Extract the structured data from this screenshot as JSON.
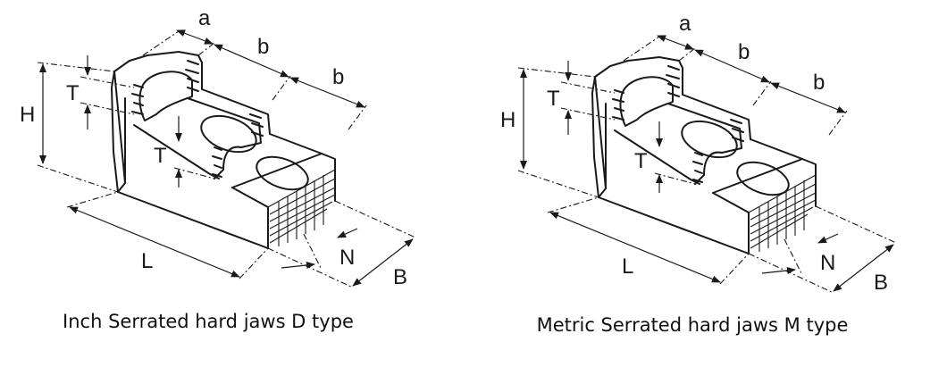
{
  "figures": [
    {
      "caption": "Inch Serrated hard jaws D type",
      "labels": {
        "a": "a",
        "b1": "b",
        "b2": "b",
        "H": "H",
        "T_top": "T",
        "T_mid": "T",
        "L": "L",
        "N": "N",
        "B": "B"
      }
    },
    {
      "caption": "Metric Serrated hard jaws M type",
      "labels": {
        "a": "a",
        "b1": "b",
        "b2": "b",
        "H": "H",
        "T_top": "T",
        "T_mid": "T",
        "L": "L",
        "N": "N",
        "B": "B"
      }
    }
  ]
}
